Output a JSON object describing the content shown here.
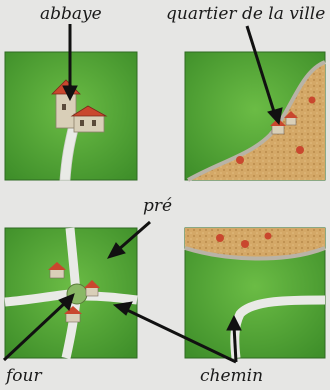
{
  "labels": {
    "abbey": "abbaye",
    "city": "quartier de la ville",
    "field": "pré",
    "cloister": "four",
    "road": "chemin"
  },
  "colors": {
    "background": "#e6e6e4",
    "grass": "#5aa83a",
    "grass_dark": "#3f8a2a",
    "road": "#e9eae6",
    "city": "#cfa56a",
    "wall": "#b9b3a6",
    "roof": "#c9472e",
    "arrow": "#111111"
  }
}
